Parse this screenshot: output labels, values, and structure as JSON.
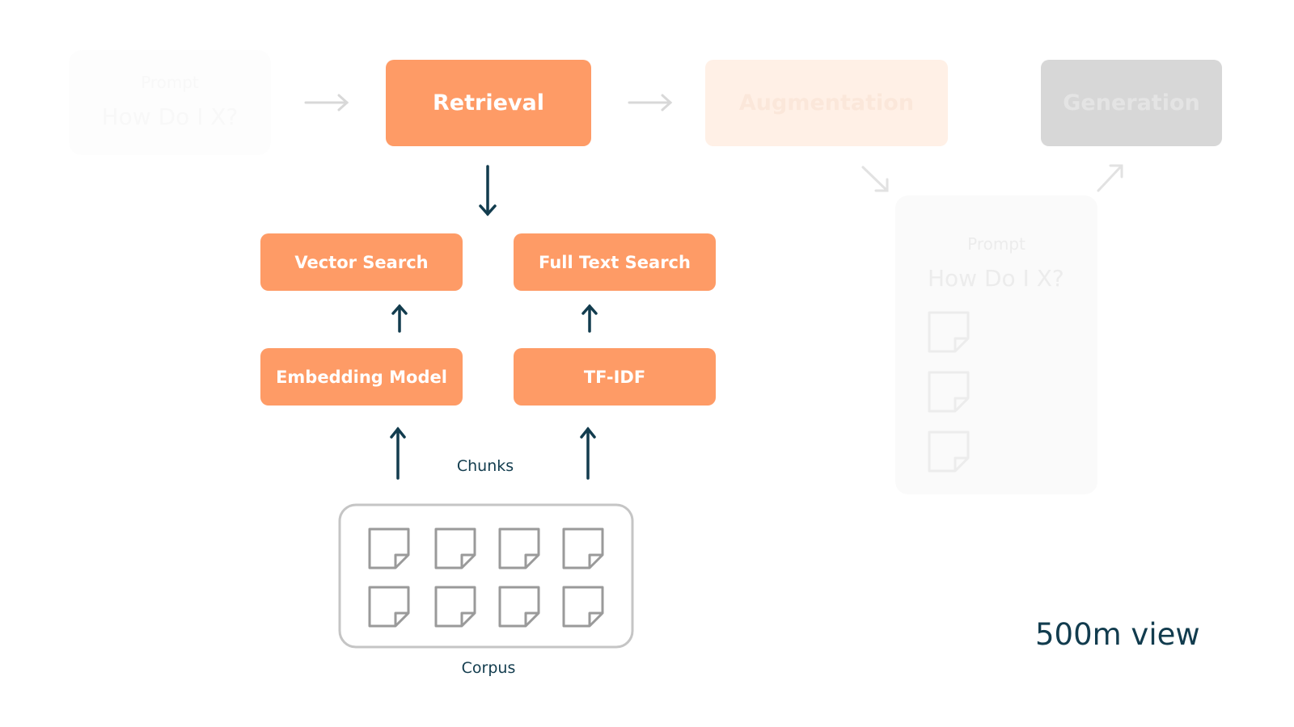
{
  "pipeline": {
    "prompt": {
      "title": "Prompt",
      "question": "How Do I X?"
    },
    "retrieval": "Retrieval",
    "augmentation": "Augmentation",
    "generation": "Generation"
  },
  "augmented_prompt": {
    "title": "Prompt",
    "question": "How Do I X?"
  },
  "search": {
    "vector": "Vector Search",
    "full_text": "Full Text Search",
    "embedding": "Embedding Model",
    "tfidf": "TF-IDF"
  },
  "labels": {
    "chunks": "Chunks",
    "corpus": "Corpus",
    "view": "500m view"
  },
  "colors": {
    "accent": "#fe9b66",
    "arrow_dark": "#123c4e",
    "faded_orange": "#fff0e6",
    "faded_gray": "#d7d7d7"
  }
}
